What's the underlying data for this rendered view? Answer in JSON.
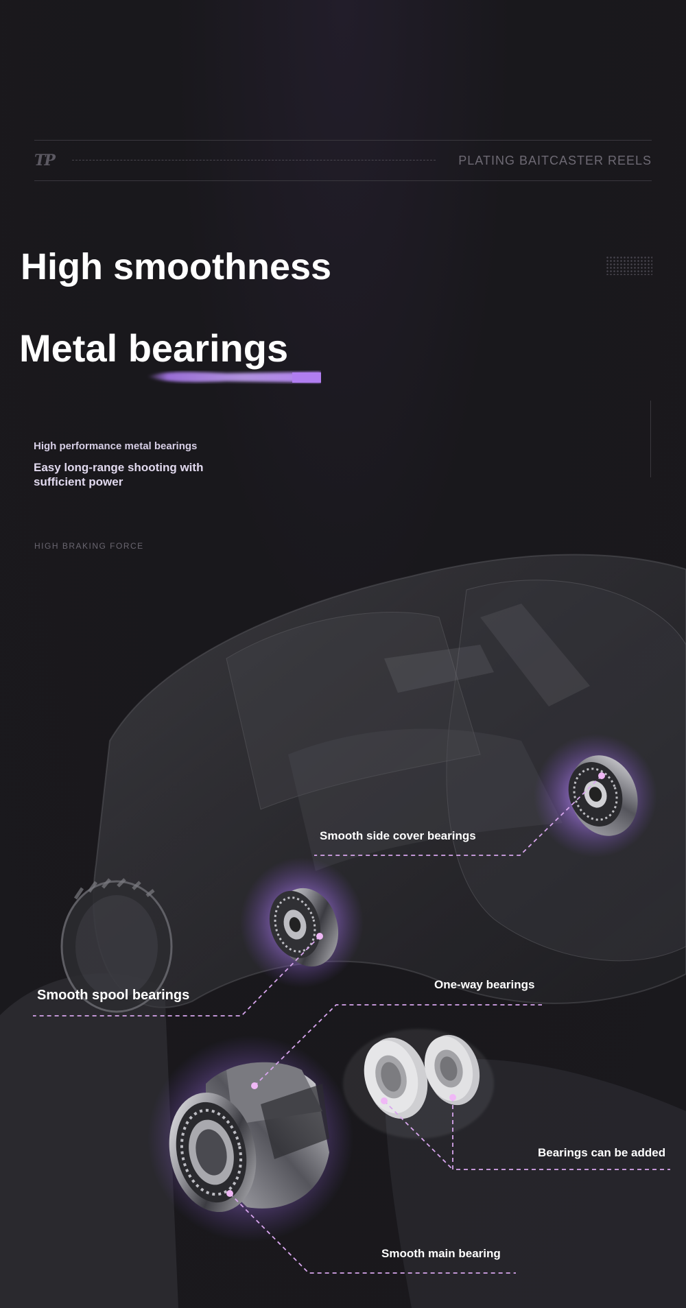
{
  "header": {
    "logo_text": "TP",
    "brand": "PLATING BAITCASTER REELS"
  },
  "hero": {
    "title_line1": "High smoothness",
    "title_line2": "Metal bearings",
    "sub_heading": "High performance metal bearings",
    "sub_text": "Easy long-range shooting with sufficient power",
    "tagline": "HIGH BRAKING FORCE"
  },
  "callouts": {
    "side_cover": "Smooth side cover bearings",
    "spool": "Smooth spool bearings",
    "one_way": "One-way bearings",
    "can_be_added": "Bearings can be added",
    "main": "Smooth main bearing"
  },
  "colors": {
    "accent": "#b07ef0",
    "glow": "#c9a6ff",
    "background": "#1a191d",
    "dash": "#d8a6ee"
  }
}
